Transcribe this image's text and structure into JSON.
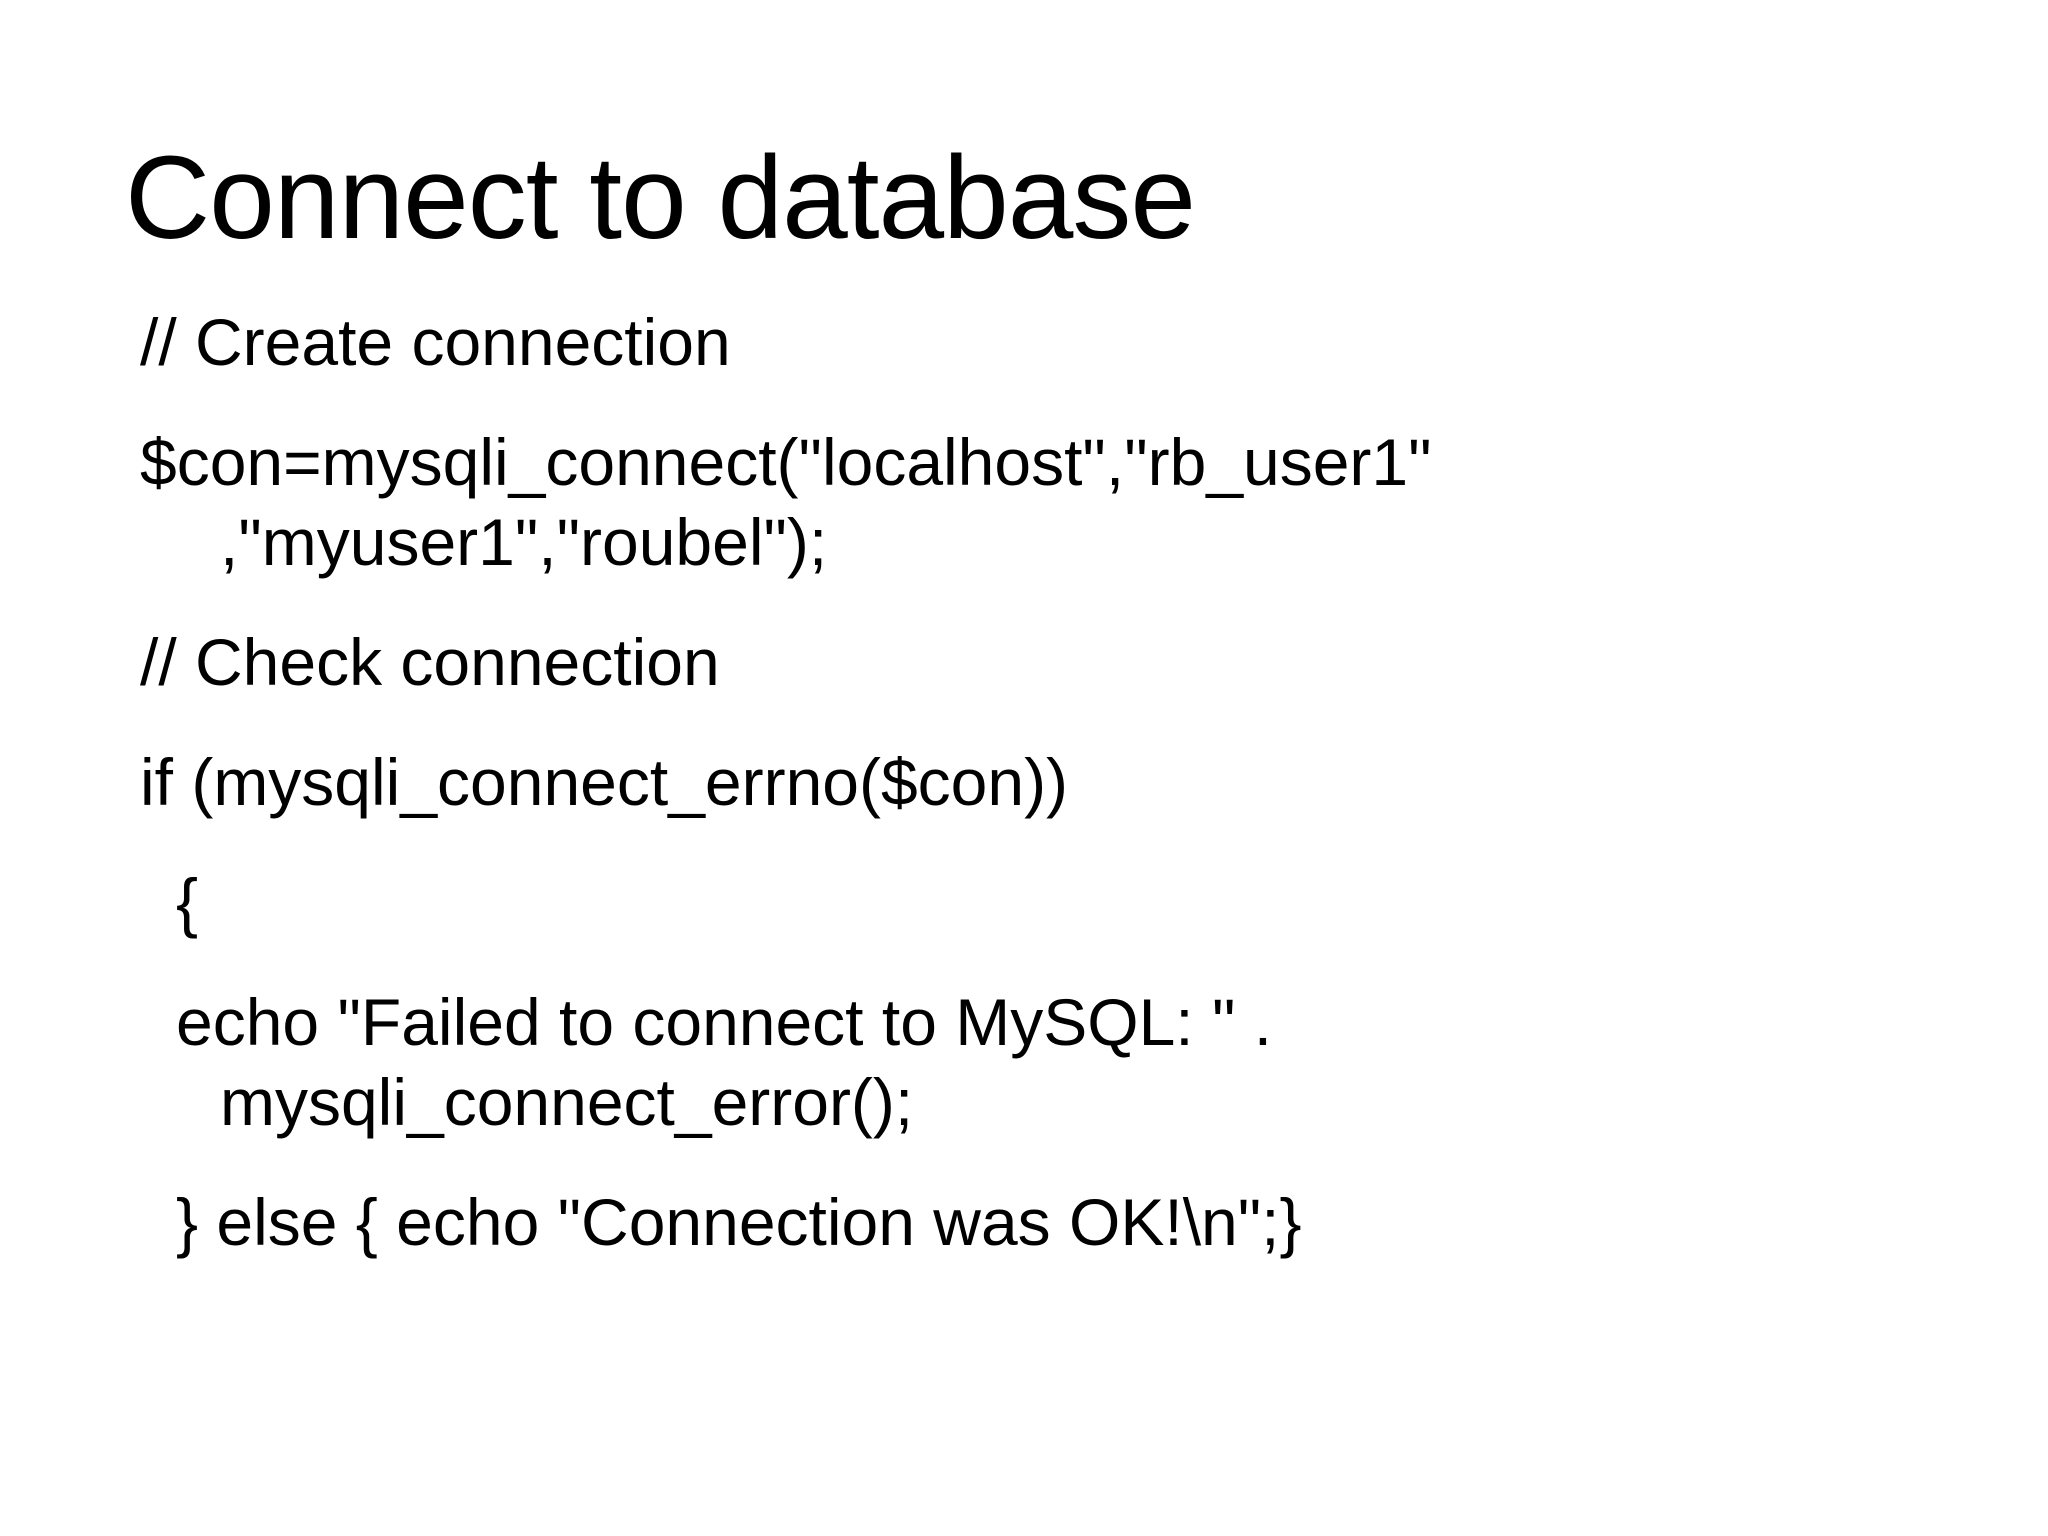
{
  "slide": {
    "title": "Connect to database",
    "lines": [
      "// Create connection",
      "$con=mysqli_connect(\"localhost\",\"rb_user1\"",
      ",\"myuser1\",\"roubel\");",
      "// Check connection",
      "if (mysqli_connect_errno($con))",
      "{",
      "echo \"Failed to connect to MySQL: \" .",
      "mysqli_connect_error();",
      "} else { echo \"Connection was OK!\\n\";}"
    ]
  }
}
